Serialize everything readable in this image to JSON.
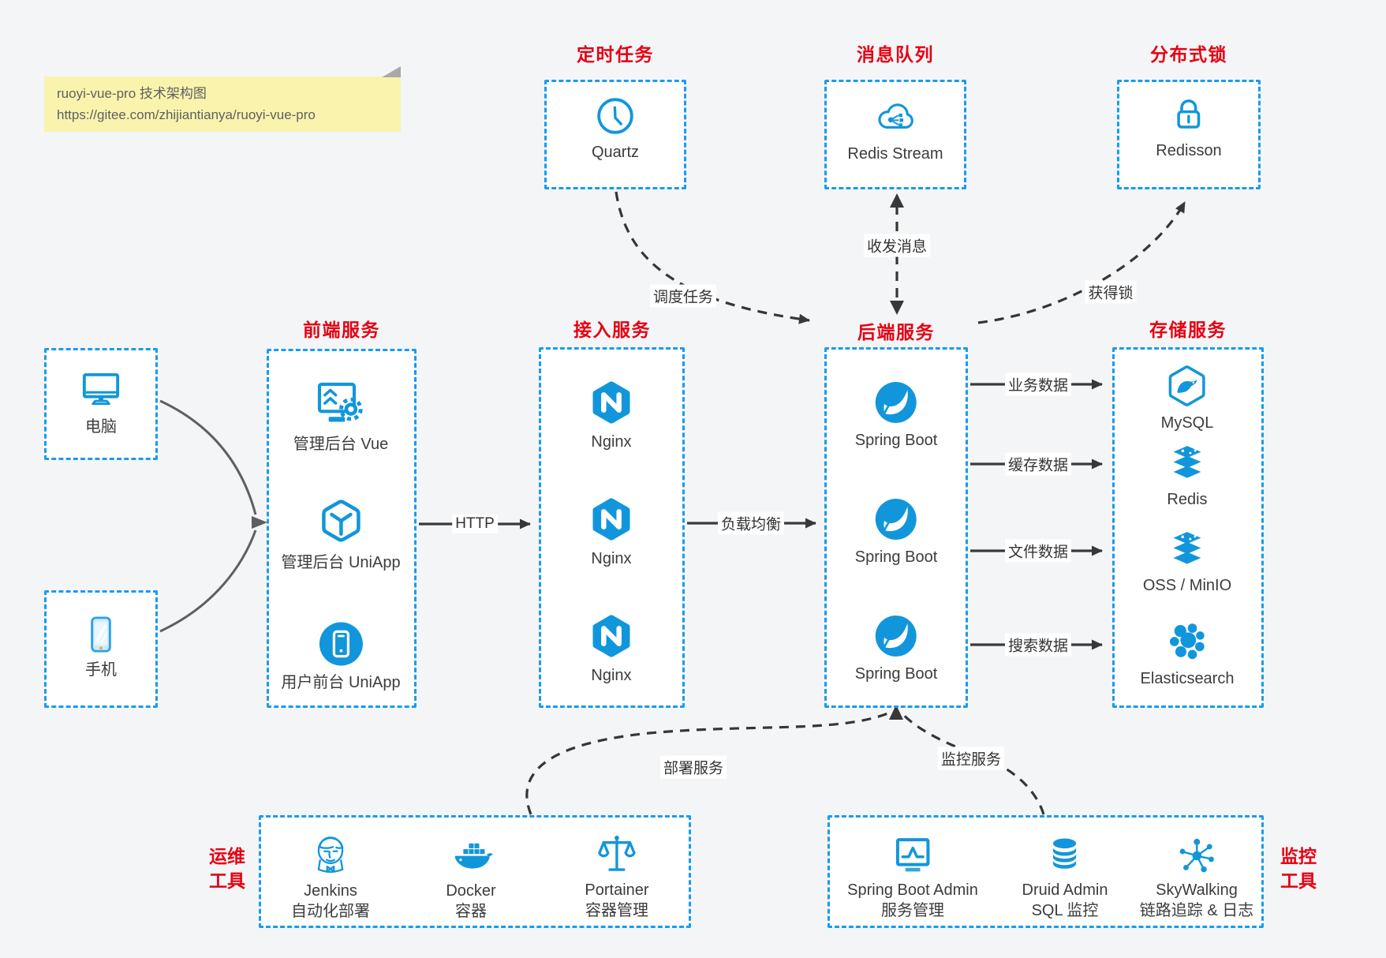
{
  "note": {
    "line1": "ruoyi-vue-pro 技术架构图",
    "line2": "https://gitee.com/zhijiantianya/ruoyi-vue-pro"
  },
  "top": {
    "scheduler": {
      "title": "定时任务",
      "item": {
        "icon": "clock-icon",
        "label": "Quartz"
      }
    },
    "mq": {
      "title": "消息队列",
      "item": {
        "icon": "cloud-network-icon",
        "label": "Redis Stream"
      }
    },
    "lock": {
      "title": "分布式锁",
      "item": {
        "icon": "padlock-icon",
        "label": "Redisson"
      }
    }
  },
  "clients": {
    "computer": {
      "icon": "desktop-monitor-icon",
      "label": "电脑"
    },
    "phone": {
      "icon": "smartphone-icon",
      "label": "手机"
    }
  },
  "frontend": {
    "title": "前端服务",
    "items": [
      {
        "icon": "admin-dashboard-gear-icon",
        "label": "管理后台 Vue"
      },
      {
        "icon": "uniapp-cube-icon",
        "label": "管理后台 UniApp"
      },
      {
        "icon": "phone-in-circle-icon",
        "label": "用户前台 UniApp"
      }
    ]
  },
  "gateway": {
    "title": "接入服务",
    "items": [
      {
        "icon": "nginx-icon",
        "label": "Nginx"
      },
      {
        "icon": "nginx-icon",
        "label": "Nginx"
      },
      {
        "icon": "nginx-icon",
        "label": "Nginx"
      }
    ]
  },
  "backend": {
    "title": "后端服务",
    "items": [
      {
        "icon": "spring-boot-icon",
        "label": "Spring Boot"
      },
      {
        "icon": "spring-boot-icon",
        "label": "Spring Boot"
      },
      {
        "icon": "spring-boot-icon",
        "label": "Spring Boot"
      }
    ]
  },
  "storage": {
    "title": "存储服务",
    "items": [
      {
        "icon": "mysql-dolphin-icon",
        "label": "MySQL"
      },
      {
        "icon": "redis-stack-icon",
        "label": "Redis"
      },
      {
        "icon": "redis-stack-icon",
        "label": "OSS / MinIO"
      },
      {
        "icon": "elasticsearch-cluster-icon",
        "label": "Elasticsearch"
      }
    ]
  },
  "ops": {
    "title_line1": "运维",
    "title_line2": "工具",
    "items": [
      {
        "icon": "jenkins-butler-icon",
        "label": "Jenkins",
        "sublabel": "自动化部署"
      },
      {
        "icon": "docker-whale-icon",
        "label": "Docker",
        "sublabel": "容器"
      },
      {
        "icon": "scales-icon",
        "label": "Portainer",
        "sublabel": "容器管理"
      }
    ]
  },
  "monitoring": {
    "title_line1": "监控",
    "title_line2": "工具",
    "items": [
      {
        "icon": "monitor-pulse-icon",
        "label": "Spring Boot Admin",
        "sublabel": "服务管理"
      },
      {
        "icon": "database-cylinder-icon",
        "label": "Druid Admin",
        "sublabel": "SQL 监控"
      },
      {
        "icon": "topology-hub-icon",
        "label": "SkyWalking",
        "sublabel": "链路追踪 & 日志"
      }
    ]
  },
  "edges": {
    "http": "HTTP",
    "load_balance": "负载均衡",
    "business_data": "业务数据",
    "cache_data": "缓存数据",
    "file_data": "文件数据",
    "search_data": "搜索数据",
    "schedule_task": "调度任务",
    "send_receive_msg": "收发消息",
    "acquire_lock": "获得锁",
    "deploy_service": "部署服务",
    "monitor_service": "监控服务"
  },
  "colors": {
    "icon_blue": "#1296db",
    "border_blue": "#199bf0",
    "title_red": "#e60113",
    "arrow_dark": "#3a3a3a",
    "note_bg": "#faf3ae"
  }
}
